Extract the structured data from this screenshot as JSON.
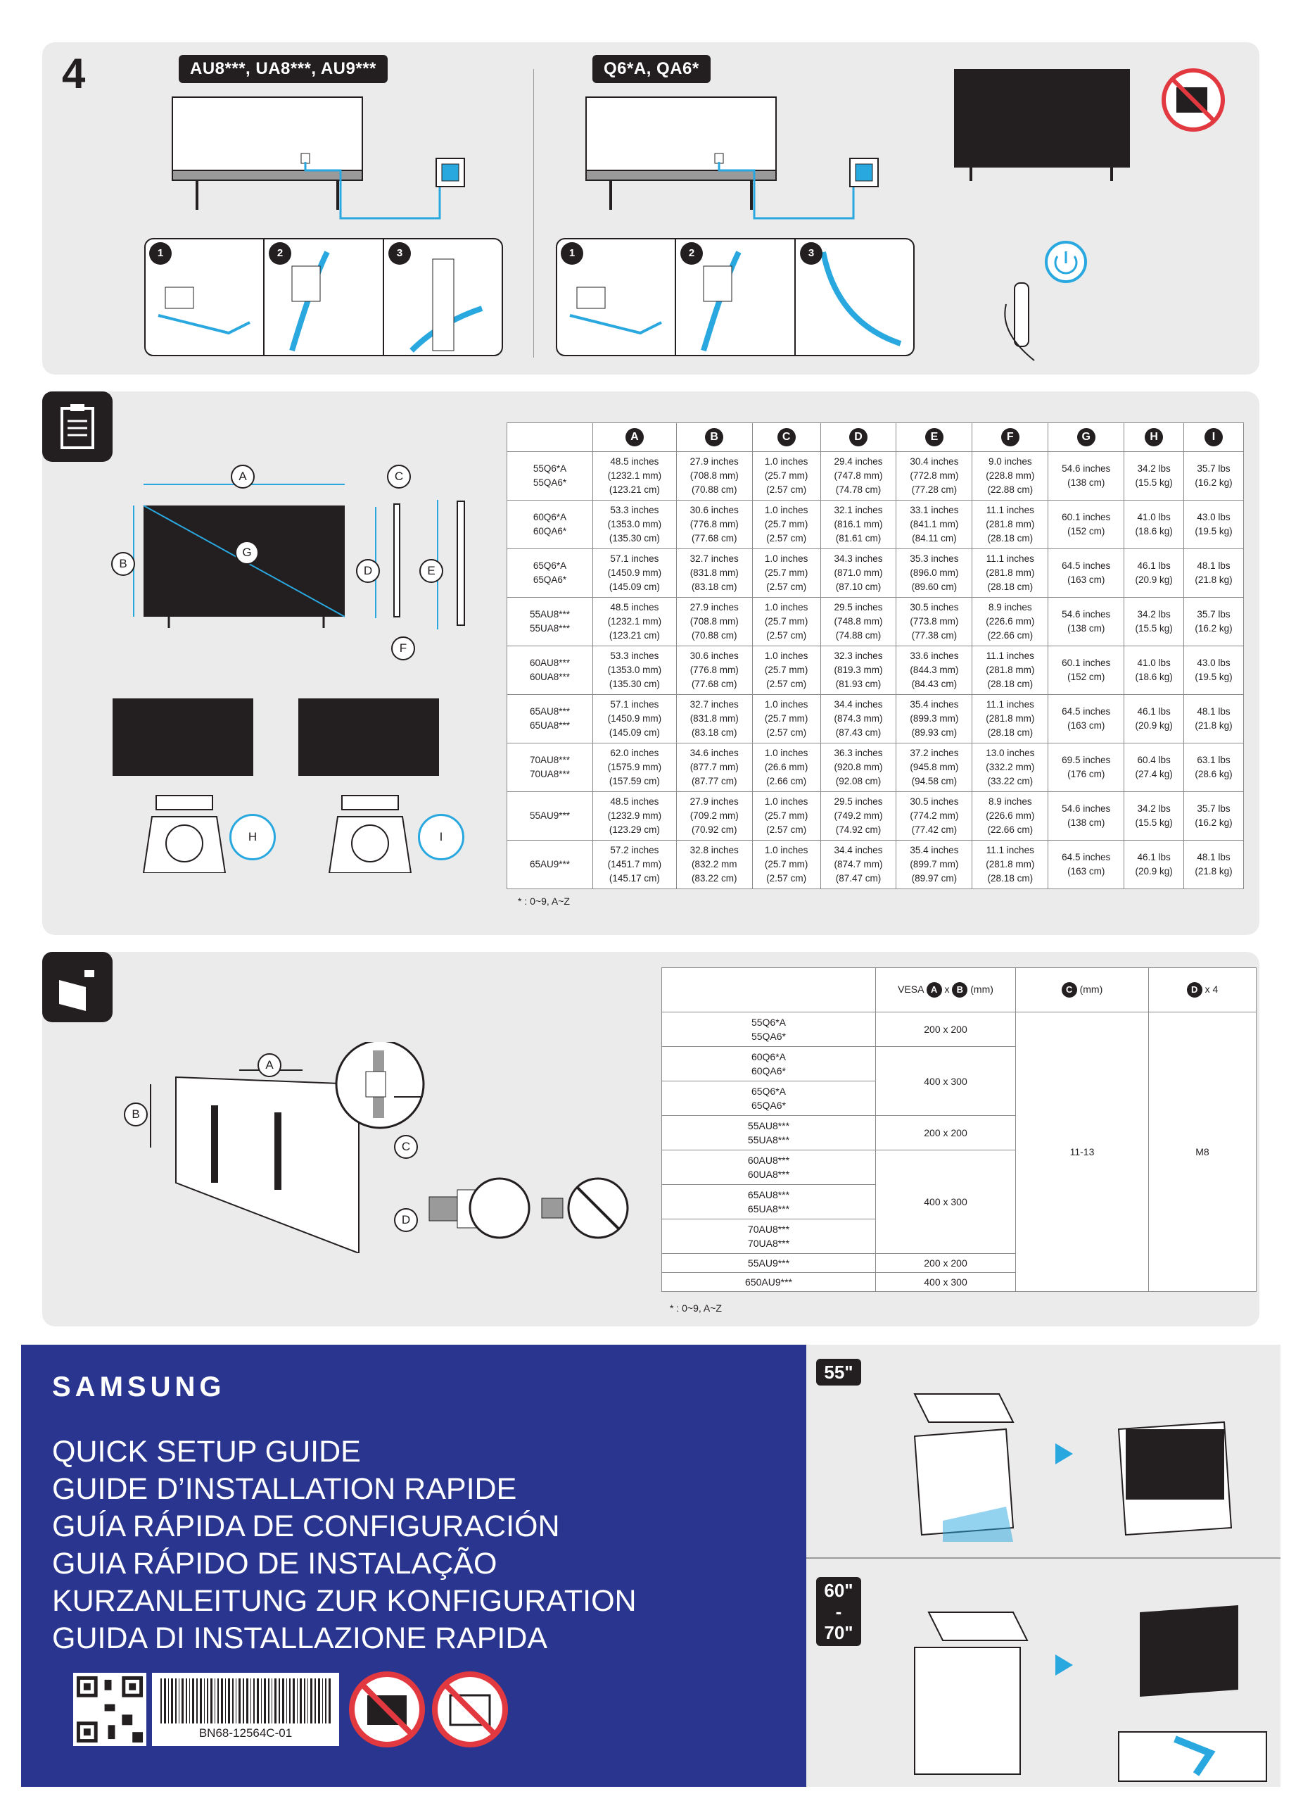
{
  "step": {
    "number": "4"
  },
  "models_left": "AU8***, UA8***, AU9***",
  "models_right": "Q6*A, QA6*",
  "substeps": [
    "1",
    "2",
    "3"
  ],
  "spec_table": {
    "headers": [
      "A",
      "B",
      "C",
      "D",
      "E",
      "F",
      "G",
      "H",
      "I"
    ],
    "rows": [
      {
        "model": "55Q6*A\n55QA6*",
        "cells": [
          "48.5 inches\n(1232.1 mm)\n(123.21 cm)",
          "27.9 inches\n(708.8 mm)\n(70.88 cm)",
          "1.0 inches\n(25.7 mm)\n(2.57 cm)",
          "29.4 inches\n(747.8 mm)\n(74.78 cm)",
          "30.4 inches\n(772.8 mm)\n(77.28 cm)",
          "9.0 inches\n(228.8 mm)\n(22.88 cm)",
          "54.6 inches\n(138 cm)",
          "34.2 lbs\n(15.5 kg)",
          "35.7 lbs\n(16.2 kg)"
        ]
      },
      {
        "model": "60Q6*A\n60QA6*",
        "cells": [
          "53.3 inches\n(1353.0 mm)\n(135.30 cm)",
          "30.6 inches\n(776.8 mm)\n(77.68 cm)",
          "1.0 inches\n(25.7 mm)\n(2.57 cm)",
          "32.1 inches\n(816.1 mm)\n(81.61 cm)",
          "33.1 inches\n(841.1 mm)\n(84.11 cm)",
          "11.1 inches\n(281.8 mm)\n(28.18 cm)",
          "60.1 inches\n(152 cm)",
          "41.0 lbs\n(18.6 kg)",
          "43.0 lbs\n(19.5 kg)"
        ]
      },
      {
        "model": "65Q6*A\n65QA6*",
        "cells": [
          "57.1 inches\n(1450.9 mm)\n(145.09 cm)",
          "32.7 inches\n(831.8 mm)\n(83.18 cm)",
          "1.0 inches\n(25.7 mm)\n(2.57 cm)",
          "34.3 inches\n(871.0 mm)\n(87.10 cm)",
          "35.3 inches\n(896.0 mm)\n(89.60 cm)",
          "11.1 inches\n(281.8 mm)\n(28.18 cm)",
          "64.5 inches\n(163 cm)",
          "46.1 lbs\n(20.9 kg)",
          "48.1 lbs\n(21.8 kg)"
        ]
      },
      {
        "model": "55AU8***\n55UA8***",
        "cells": [
          "48.5 inches\n(1232.1 mm)\n(123.21 cm)",
          "27.9 inches\n(708.8 mm)\n(70.88 cm)",
          "1.0 inches\n(25.7 mm)\n(2.57 cm)",
          "29.5 inches\n(748.8 mm)\n(74.88 cm)",
          "30.5 inches\n(773.8 mm)\n(77.38 cm)",
          "8.9 inches\n(226.6 mm)\n(22.66 cm)",
          "54.6 inches\n(138 cm)",
          "34.2 lbs\n(15.5 kg)",
          "35.7 lbs\n(16.2 kg)"
        ]
      },
      {
        "model": "60AU8***\n60UA8***",
        "cells": [
          "53.3 inches\n(1353.0 mm)\n(135.30 cm)",
          "30.6 inches\n(776.8 mm)\n(77.68 cm)",
          "1.0 inches\n(25.7 mm)\n(2.57 cm)",
          "32.3 inches\n(819.3 mm)\n(81.93 cm)",
          "33.6 inches\n(844.3 mm)\n(84.43 cm)",
          "11.1 inches\n(281.8 mm)\n(28.18 cm)",
          "60.1 inches\n(152 cm)",
          "41.0 lbs\n(18.6 kg)",
          "43.0 lbs\n(19.5 kg)"
        ]
      },
      {
        "model": "65AU8***\n65UA8***",
        "cells": [
          "57.1 inches\n(1450.9 mm)\n(145.09 cm)",
          "32.7 inches\n(831.8 mm)\n(83.18 cm)",
          "1.0 inches\n(25.7 mm)\n(2.57 cm)",
          "34.4 inches\n(874.3 mm)\n(87.43 cm)",
          "35.4 inches\n(899.3 mm)\n(89.93 cm)",
          "11.1 inches\n(281.8 mm)\n(28.18 cm)",
          "64.5 inches\n(163 cm)",
          "46.1 lbs\n(20.9 kg)",
          "48.1 lbs\n(21.8 kg)"
        ]
      },
      {
        "model": "70AU8***\n70UA8***",
        "cells": [
          "62.0 inches\n(1575.9 mm)\n(157.59  cm)",
          "34.6 inches\n(877.7 mm)\n(87.77 cm)",
          "1.0 inches\n(26.6 mm)\n(2.66 cm)",
          "36.3 inches\n(920.8 mm)\n(92.08 cm)",
          "37.2 inches\n(945.8 mm)\n(94.58 cm)",
          "13.0 inches\n(332.2 mm)\n(33.22 cm)",
          "69.5 inches\n(176 cm)",
          "60.4 lbs\n(27.4 kg)",
          "63.1 lbs\n(28.6 kg)"
        ]
      },
      {
        "model": "55AU9***",
        "cells": [
          "48.5 inches\n(1232.9 mm)\n(123.29 cm)",
          "27.9 inches\n(709.2 mm)\n(70.92 cm)",
          "1.0 inches\n(25.7 mm)\n(2.57 cm)",
          "29.5 inches\n(749.2 mm)\n(74.92 cm)",
          "30.5 inches\n(774.2 mm)\n(77.42 cm)",
          "8.9 inches\n(226.6 mm)\n(22.66 cm)",
          "54.6 inches\n(138 cm)",
          "34.2 lbs\n(15.5 kg)",
          "35.7 lbs\n(16.2 kg)"
        ]
      },
      {
        "model": "65AU9***",
        "cells": [
          "57.2 inches\n(1451.7 mm)\n(145.17 cm)",
          "32.8 inches\n(832.2 mm\n(83.22 cm)",
          "1.0 inches\n(25.7 mm)\n(2.57 cm)",
          "34.4 inches\n(874.7 mm)\n(87.47 cm)",
          "35.4 inches\n(899.7 mm)\n(89.97 cm)",
          "11.1 inches\n(281.8 mm)\n(28.18 cm)",
          "64.5 inches\n(163 cm)",
          "46.1 lbs\n(20.9 kg)",
          "48.1 lbs\n(21.8 kg)"
        ]
      }
    ]
  },
  "footnote": "* : 0~9, A~Z",
  "dim_labels": {
    "a": "A",
    "b": "B",
    "c": "C",
    "d": "D",
    "e": "E",
    "f": "F",
    "g": "G",
    "h": "H",
    "i": "I"
  },
  "vesa_table": {
    "header_vesa_prefix": "VESA",
    "header_a": "A",
    "header_x": "x",
    "header_b": "B",
    "header_unit": "(mm)",
    "header_c": "C",
    "header_c_unit": "(mm)",
    "header_d": "D",
    "header_d_suffix": "x 4",
    "c_value": "11-13",
    "d_value": "M8",
    "rows": [
      {
        "model": "55Q6*A\n55QA6*",
        "vesa": "200 x 200"
      },
      {
        "model": "60Q6*A\n60QA6*",
        "vesa": "400 x 300"
      },
      {
        "model": "65Q6*A\n65QA6*",
        "vesa": ""
      },
      {
        "model": "55AU8***\n55UA8***",
        "vesa": "200 x 200"
      },
      {
        "model": "60AU8***\n60UA8***",
        "vesa": "400 x 300"
      },
      {
        "model": "65AU8***\n65UA8***",
        "vesa": ""
      },
      {
        "model": "70AU8***\n70UA8***",
        "vesa": ""
      },
      {
        "model": "55AU9***",
        "vesa": "200 x 200"
      },
      {
        "model": "650AU9***",
        "vesa": "400 x 300"
      }
    ]
  },
  "brand": "SAMSUNG",
  "guide_titles": [
    "QUICK SETUP GUIDE",
    "GUIDE D’INSTALLATION RAPIDE",
    "GUÍA RÁPIDA DE CONFIGURACIÓN",
    "GUIA RÁPIDO DE INSTALAÇÃO",
    "KURZANLEITUNG ZUR KONFIGURATION",
    "GUIDA DI INSTALLAZIONE RAPIDA"
  ],
  "barcode_code": "BN68-12564C-01",
  "size_tags": {
    "s55": "55\"",
    "s60_70": "60\"\n-\n70\""
  },
  "colors": {
    "accent_blue": "#29a8e0",
    "panel_gray": "#ebebeb",
    "cover_blue": "#2a3590",
    "warning_red": "#e2383f"
  }
}
